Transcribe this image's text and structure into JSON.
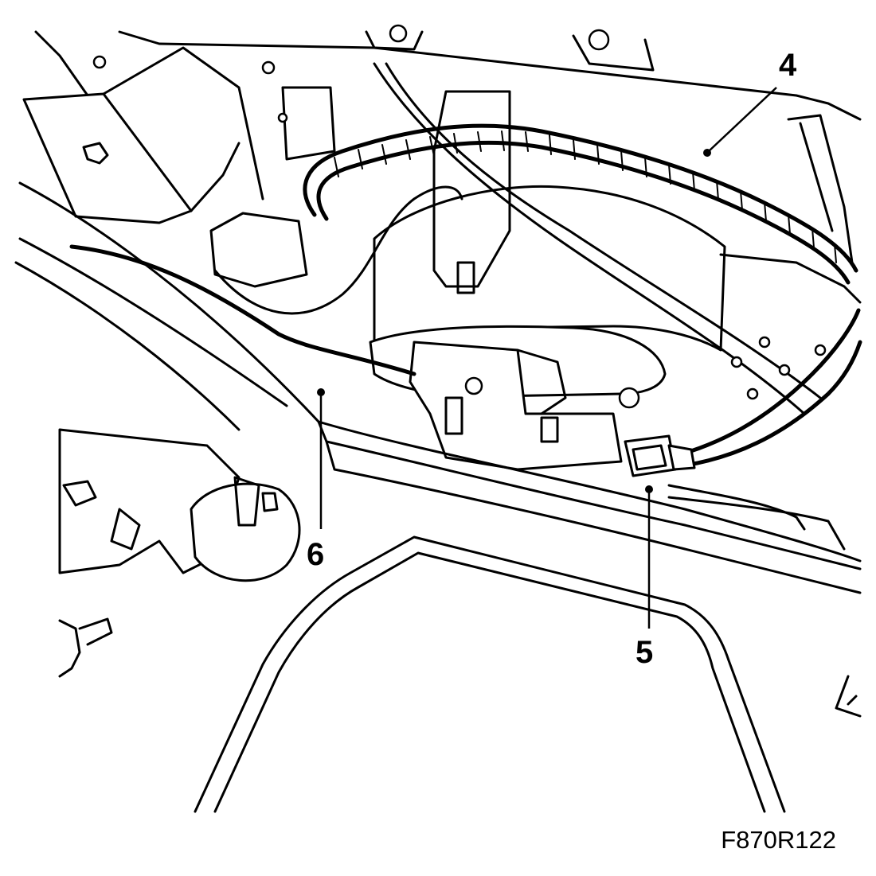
{
  "figure": {
    "code": "F870R122",
    "callouts": [
      {
        "id": "callout-4",
        "text": "4"
      },
      {
        "id": "callout-5",
        "text": "5"
      },
      {
        "id": "callout-6",
        "text": "6"
      }
    ]
  }
}
